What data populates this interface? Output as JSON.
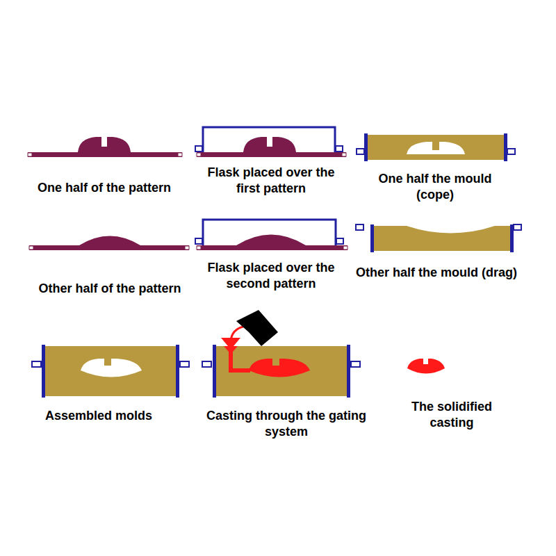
{
  "diagram": {
    "labels": [
      "One half of the pattern",
      "Flask placed over the first pattern",
      "One half the mould (cope)",
      "Other half of the pattern",
      "Flask placed over the second pattern",
      "Other half the mould (drag)",
      "Assembled molds",
      "Casting through the gating system",
      "The solidified casting"
    ]
  }
}
